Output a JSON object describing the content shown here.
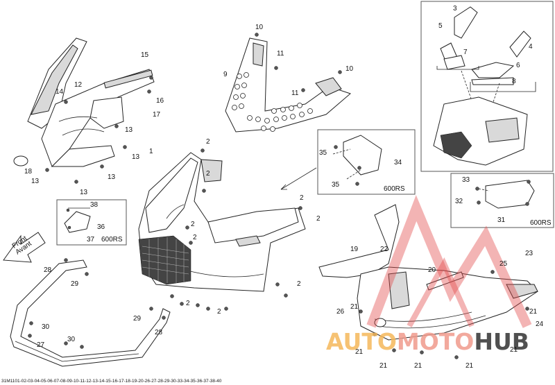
{
  "diagram": {
    "part_numbers": [
      "1",
      "2",
      "3",
      "4",
      "5",
      "6",
      "7",
      "8",
      "9",
      "10",
      "11",
      "12",
      "13",
      "14",
      "15",
      "16",
      "17",
      "18",
      "19",
      "20",
      "21",
      "22",
      "23",
      "24",
      "25",
      "26",
      "27",
      "28",
      "29",
      "30",
      "31",
      "32",
      "33",
      "34",
      "35",
      "36",
      "37",
      "38"
    ],
    "variant_label": "600RS",
    "direction_label": {
      "line1": "Front",
      "line2": "Avant"
    },
    "footer_code": "31M1101-02-03-04-05-06-07-08-09-10-11-12-13-14-15-16-17-18-19-20-26-27-28-29-30-33-34-35-36-37-38-40"
  },
  "watermark": {
    "part1": "AUTO",
    "part2": "MOTO",
    "part3": "HUB",
    "colors": {
      "auto": "#f5b75a",
      "moto": "#f09a8c",
      "hub": "#3d3d3d",
      "logo": "#e24c4c"
    }
  }
}
